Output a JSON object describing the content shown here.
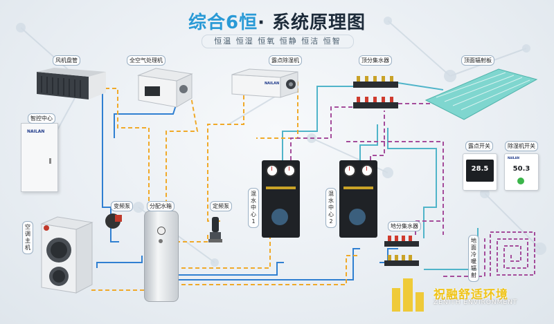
{
  "title_part1": "综合6恒",
  "title_part2": "· 系统原理图",
  "subtitle": "恒温 恒湿 恒氧 恒静 恒洁 恒智",
  "labels": {
    "fan_coil": "风机盘管",
    "fresh_air": "全空气处理机",
    "dehumidifier": "露点除湿机",
    "top_manifold": "顶分集水器",
    "ceiling_radiant": "顶面辐射板",
    "control_center": "智控中心",
    "variable_pump": "变频泵",
    "tank": "分配水箱",
    "fixed_pump": "定频泵",
    "mix1": "混水中心1",
    "mix2": "混水中心2",
    "floor_manifold": "地分集水器",
    "dew_switch": "露点开关",
    "dehum_switch": "除湿机开关",
    "ac_host": "空调主机",
    "floor_radiant": "地面冷暖辐射"
  },
  "brand": "NAILAN",
  "thermostat_value": "28.5",
  "dehum_display_value": "50.3",
  "watermark_cn": "祝融舒适环境",
  "watermark_en": "ZENITH ENVIRONMENT",
  "colors": {
    "title_accent": "#2a9ad6",
    "title_dark": "#1d2b3a",
    "pipe_blue": "#2f7fd1",
    "pipe_cyan": "#4fb4c9",
    "pipe_orange_dashed": "#f0a928",
    "pipe_purple_dashed": "#a44b9a",
    "watermark": "#f0c419"
  }
}
